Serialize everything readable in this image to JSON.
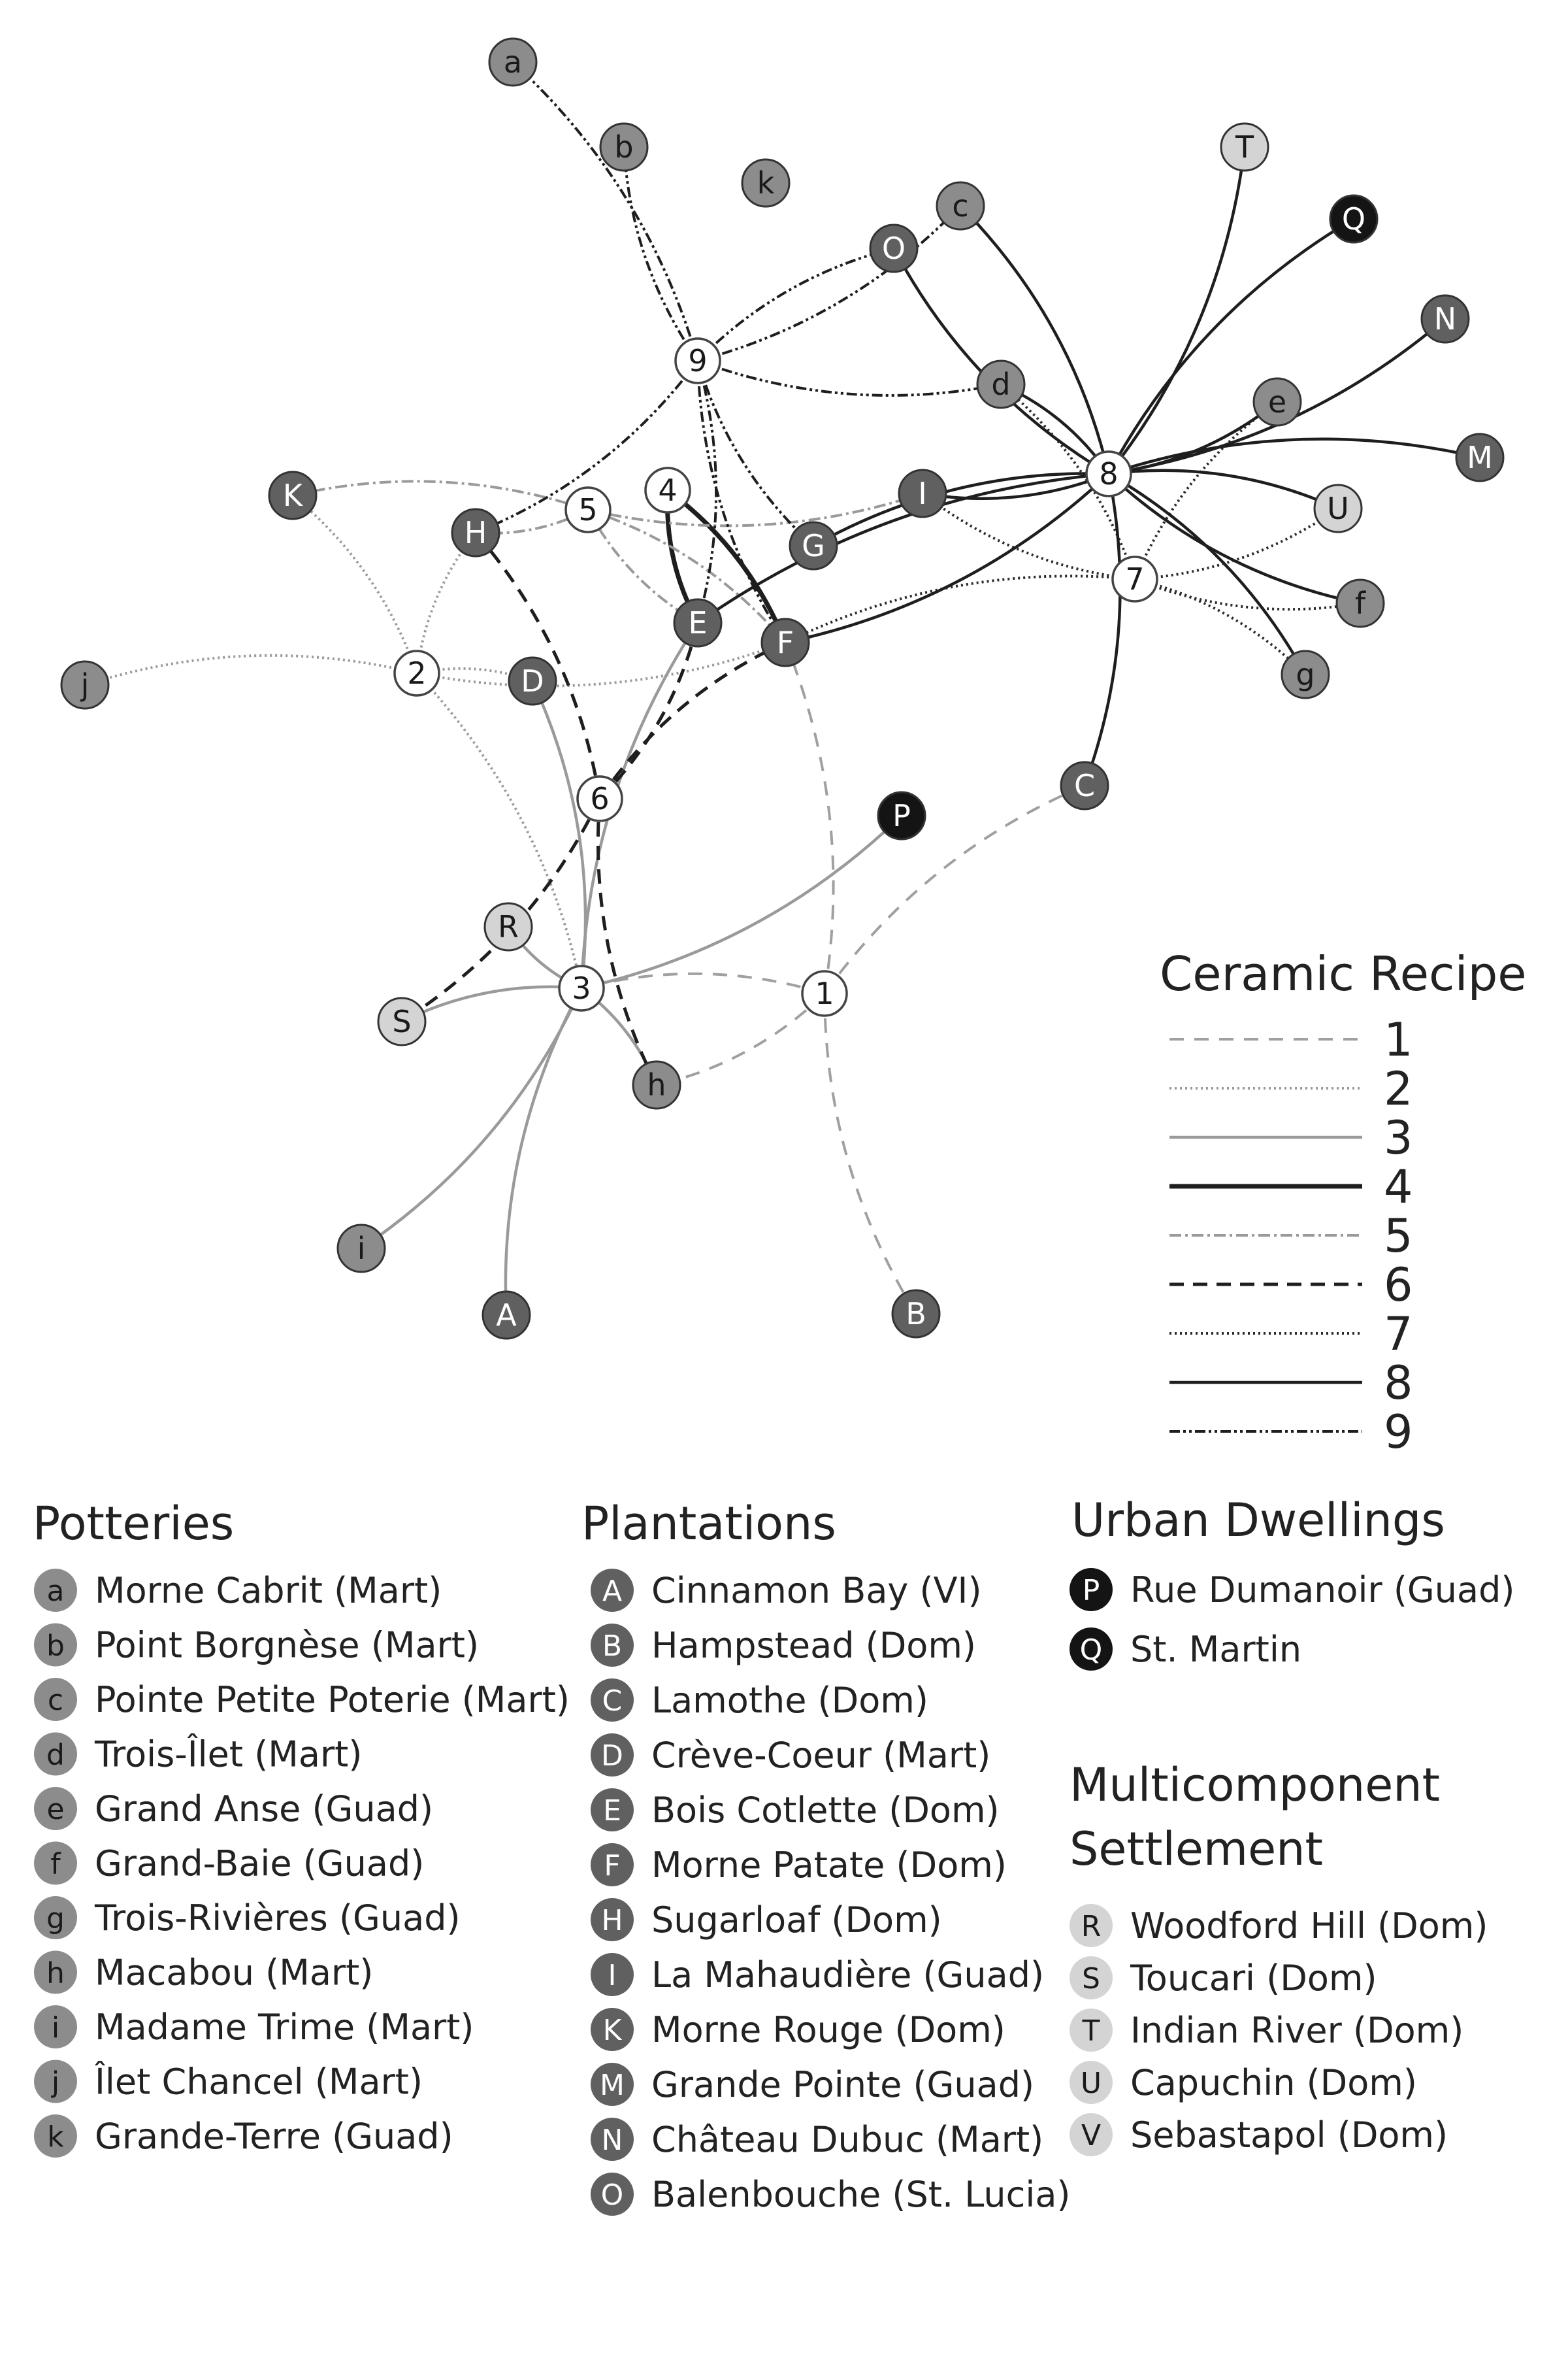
{
  "legend": {
    "title": "Ceramic Recipe",
    "recipes": [
      "1",
      "2",
      "3",
      "4",
      "5",
      "6",
      "7",
      "8",
      "9"
    ]
  },
  "sections": {
    "potteries": {
      "title": "Potteries",
      "items": [
        {
          "letter": "a",
          "label": "Morne Cabrit (Mart)"
        },
        {
          "letter": "b",
          "label": "Point Borgnèse (Mart)"
        },
        {
          "letter": "c",
          "label": "Pointe Petite Poterie (Mart)"
        },
        {
          "letter": "d",
          "label": "Trois-Îlet (Mart)"
        },
        {
          "letter": "e",
          "label": "Grand Anse (Guad)"
        },
        {
          "letter": "f",
          "label": "Grand-Baie (Guad)"
        },
        {
          "letter": "g",
          "label": "Trois-Rivières (Guad)"
        },
        {
          "letter": "h",
          "label": "Macabou (Mart)"
        },
        {
          "letter": "i",
          "label": "Madame Trime (Mart)"
        },
        {
          "letter": "j",
          "label": "Îlet Chancel (Mart)"
        },
        {
          "letter": "k",
          "label": "Grande-Terre (Guad)"
        }
      ]
    },
    "plantations": {
      "title": "Plantations",
      "items": [
        {
          "letter": "A",
          "label": "Cinnamon Bay (VI)"
        },
        {
          "letter": "B",
          "label": "Hampstead (Dom)"
        },
        {
          "letter": "C",
          "label": "Lamothe (Dom)"
        },
        {
          "letter": "D",
          "label": "Crève-Coeur (Mart)"
        },
        {
          "letter": "E",
          "label": "Bois Cotlette (Dom)"
        },
        {
          "letter": "F",
          "label": "Morne Patate (Dom)"
        },
        {
          "letter": "H",
          "label": "Sugarloaf (Dom)"
        },
        {
          "letter": "I",
          "label": "La Mahaudière (Guad)"
        },
        {
          "letter": "K",
          "label": "Morne Rouge (Dom)"
        },
        {
          "letter": "M",
          "label": "Grande Pointe (Guad)"
        },
        {
          "letter": "N",
          "label": "Château Dubuc (Mart)"
        },
        {
          "letter": "O",
          "label": "Balenbouche (St. Lucia)"
        }
      ]
    },
    "urban": {
      "title": "Urban Dwellings",
      "items": [
        {
          "letter": "P",
          "label": "Rue Dumanoir (Guad)"
        },
        {
          "letter": "Q",
          "label": "St. Martin"
        }
      ]
    },
    "multi": {
      "title_line1": "Multicomponent",
      "title_line2": "Settlement",
      "items": [
        {
          "letter": "R",
          "label": "Woodford Hill (Dom)"
        },
        {
          "letter": "S",
          "label": "Toucari (Dom)"
        },
        {
          "letter": "T",
          "label": "Indian River (Dom)"
        },
        {
          "letter": "U",
          "label": "Capuchin (Dom)"
        },
        {
          "letter": "V",
          "label": "Sebastapol (Dom)"
        }
      ]
    }
  },
  "recipe_nodes": [
    "1",
    "2",
    "3",
    "4",
    "5",
    "6",
    "7",
    "8",
    "9"
  ],
  "site_nodes": [
    {
      "id": "a",
      "kind": "pottery"
    },
    {
      "id": "b",
      "kind": "pottery"
    },
    {
      "id": "c",
      "kind": "pottery"
    },
    {
      "id": "d",
      "kind": "pottery"
    },
    {
      "id": "e",
      "kind": "pottery"
    },
    {
      "id": "f",
      "kind": "pottery"
    },
    {
      "id": "g",
      "kind": "pottery"
    },
    {
      "id": "h",
      "kind": "pottery"
    },
    {
      "id": "i",
      "kind": "pottery"
    },
    {
      "id": "j",
      "kind": "pottery"
    },
    {
      "id": "k",
      "kind": "pottery"
    },
    {
      "id": "A",
      "kind": "plantation"
    },
    {
      "id": "B",
      "kind": "plantation"
    },
    {
      "id": "C",
      "kind": "plantation"
    },
    {
      "id": "D",
      "kind": "plantation"
    },
    {
      "id": "E",
      "kind": "plantation"
    },
    {
      "id": "F",
      "kind": "plantation"
    },
    {
      "id": "G",
      "kind": "plantation"
    },
    {
      "id": "H",
      "kind": "plantation"
    },
    {
      "id": "I",
      "kind": "plantation"
    },
    {
      "id": "K",
      "kind": "plantation"
    },
    {
      "id": "M",
      "kind": "plantation"
    },
    {
      "id": "N",
      "kind": "plantation"
    },
    {
      "id": "O",
      "kind": "plantation"
    },
    {
      "id": "P",
      "kind": "urban"
    },
    {
      "id": "Q",
      "kind": "urban"
    },
    {
      "id": "R",
      "kind": "multi"
    },
    {
      "id": "S",
      "kind": "multi"
    },
    {
      "id": "T",
      "kind": "multi"
    },
    {
      "id": "U",
      "kind": "multi"
    }
  ],
  "edges": [
    {
      "recipe": "1",
      "sites": [
        "B",
        "C",
        "F",
        "h",
        "3"
      ]
    },
    {
      "recipe": "2",
      "sites": [
        "K",
        "H",
        "j",
        "D",
        "F",
        "3"
      ]
    },
    {
      "recipe": "3",
      "sites": [
        "P",
        "R",
        "S",
        "i",
        "A",
        "h",
        "D",
        "E"
      ]
    },
    {
      "recipe": "4",
      "sites": [
        "E",
        "F"
      ]
    },
    {
      "recipe": "5",
      "sites": [
        "K",
        "H",
        "I",
        "F",
        "E"
      ]
    },
    {
      "recipe": "6",
      "sites": [
        "E",
        "F",
        "H",
        "S",
        "h"
      ]
    },
    {
      "recipe": "7",
      "sites": [
        "d",
        "e",
        "f",
        "g",
        "U",
        "I",
        "F"
      ]
    },
    {
      "recipe": "8",
      "sites": [
        "T",
        "Q",
        "N",
        "M",
        "e",
        "U",
        "f",
        "g",
        "c",
        "O",
        "d",
        "I",
        "G",
        "F",
        "E",
        "C"
      ]
    },
    {
      "recipe": "9",
      "sites": [
        "a",
        "b",
        "c",
        "O",
        "d",
        "H",
        "G",
        "E",
        "F"
      ]
    }
  ]
}
